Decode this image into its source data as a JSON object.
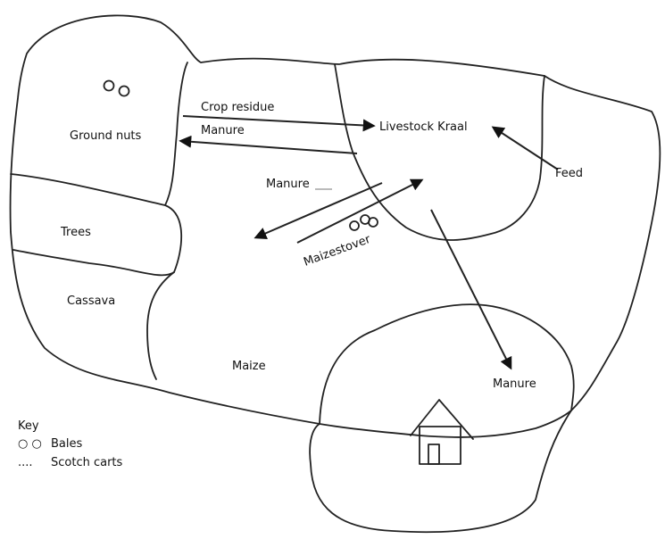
{
  "labels": {
    "ground_nuts": "Ground nuts",
    "trees": "Trees",
    "cassava": "Cassava",
    "maize": "Maize",
    "livestock_kraal": "Livestock Kraal",
    "crop_residue": "Crop residue",
    "manure_top": "Manure",
    "manure_mid": "Manure",
    "manure_bottom": "Manure",
    "feed": "Feed",
    "maizestover": "Maizestover"
  },
  "key": {
    "title": "Key",
    "bales_symbol": "○ ○",
    "bales_label": "Bales",
    "carts_symbol": "....",
    "carts_label": "Scotch carts"
  }
}
